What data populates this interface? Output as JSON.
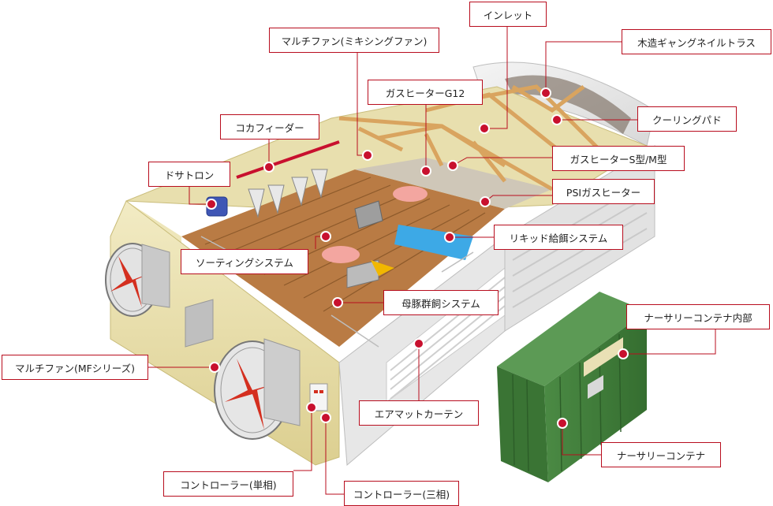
{
  "colors": {
    "accent_red": "#c8102e",
    "line": "#b80d1e",
    "wall_cream": "#ece3b6",
    "wall_dark": "#d8cc8c",
    "floor_wood": "#b77a43",
    "truss": "#e3b36d",
    "container_green": "#3f7d3a",
    "container_dark": "#2f6a2c"
  },
  "labels": {
    "inlet": "インレット",
    "multi_fan_mixing": "マルチファン(ミキシングファン)",
    "wood_truss": "木造ギャングネイルトラス",
    "gas_heater_g12": "ガスヒーターG12",
    "cooling_pad": "クーリングパド",
    "coca_feeder": "コカフィーダー",
    "gas_heater_sm": "ガスヒーターS型/M型",
    "dosatron": "ドサトロン",
    "psi_gas_heater": "PSIガスヒーター",
    "liquid_feeding": "リキッド給餌システム",
    "sorting_system": "ソーティングシステム",
    "sow_group_feeding": "母豚群飼システム",
    "nursery_container_inside": "ナーサリーコンテナ内部",
    "multi_fan_mf": "マルチファン(MFシリーズ)",
    "air_mat_curtain": "エアマットカーテン",
    "nursery_container": "ナーサリーコンテナ",
    "controller_single": "コントローラー(単相)",
    "controller_three": "コントローラー(三相)"
  }
}
